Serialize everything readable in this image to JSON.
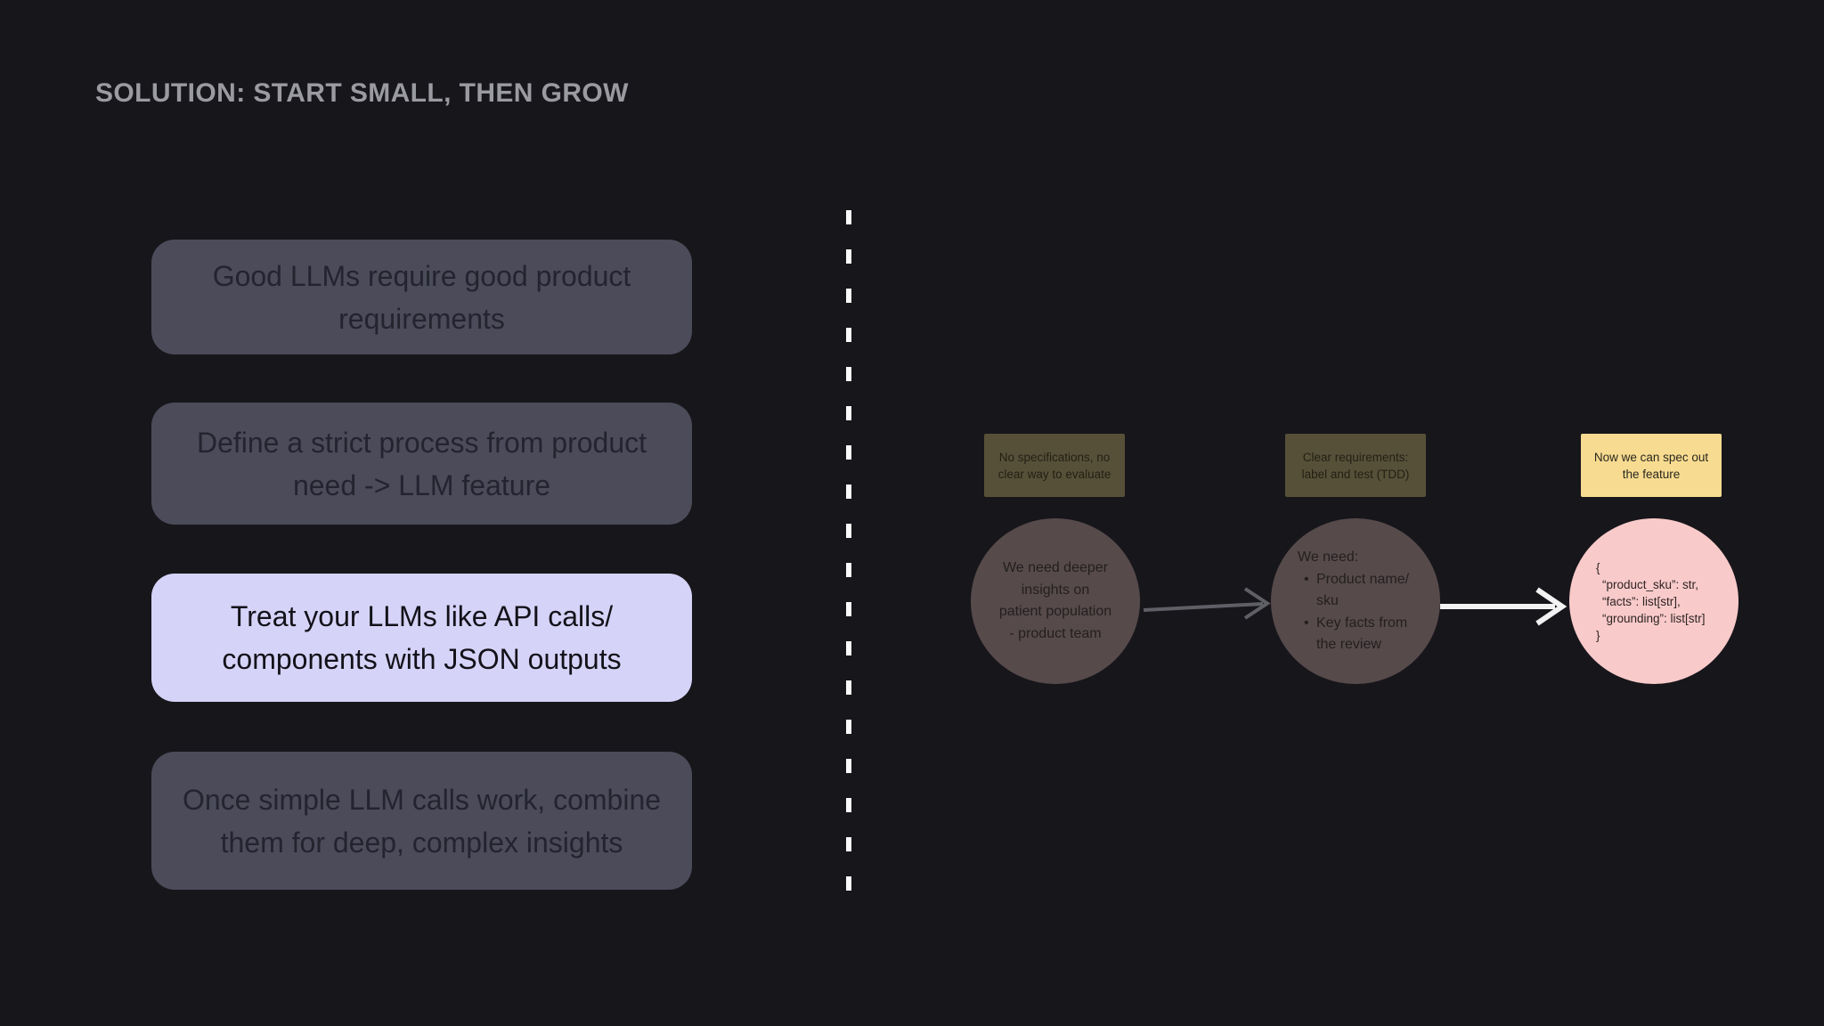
{
  "palette": {
    "background": "#17161B",
    "title_text": "#9A9BA1",
    "card_bg": "#4B4B5A",
    "card_text": "#23242F",
    "highlight_card_bg": "#D6D3F8",
    "highlight_card_text": "#131219",
    "olive_note_bg": "#575039",
    "yellow_note_bg": "#F7DB90",
    "mauve_bubble_bg": "#564A4B",
    "pink_bubble_bg": "#F9CACA",
    "divider": "#FAFAFA",
    "arrow_gray": "#5F5F66",
    "arrow_white": "#F2F2F2"
  },
  "title": "SOLUTION: START SMALL, THEN GROW",
  "cards": [
    {
      "lines": [
        "Good LLMs require good product",
        "requirements"
      ],
      "highlighted": false
    },
    {
      "lines": [
        "Define a strict process from product",
        "need -> LLM feature"
      ],
      "highlighted": false
    },
    {
      "lines": [
        "Treat your LLMs like API calls/",
        "components with JSON outputs"
      ],
      "highlighted": true
    },
    {
      "lines": [
        "Once simple LLM calls work, combine",
        "them for deep, complex insights"
      ],
      "highlighted": false
    }
  ],
  "flow": {
    "notes": [
      {
        "lines": [
          "No specifications, no",
          "clear way to evaluate"
        ],
        "style": "olive"
      },
      {
        "lines": [
          "Clear requirements:",
          "label and test (TDD)"
        ],
        "style": "olive"
      },
      {
        "lines": [
          "Now we can spec out",
          "the feature"
        ],
        "style": "yellow"
      }
    ],
    "bullet_char": "•",
    "bubbles": [
      {
        "type": "centered",
        "lines": [
          "We need deeper",
          "insights on",
          "patient population",
          "- product team"
        ]
      },
      {
        "type": "bulleted",
        "heading": "We need:",
        "bullets": [
          {
            "lines": [
              "Product name/",
              "sku"
            ]
          },
          {
            "lines": [
              "Key facts from",
              "the review"
            ]
          }
        ]
      },
      {
        "type": "code",
        "lines": [
          "{",
          "“product_sku”: str,",
          "“facts”: list[str],",
          "“grounding”: list[str]",
          "}"
        ]
      }
    ]
  }
}
